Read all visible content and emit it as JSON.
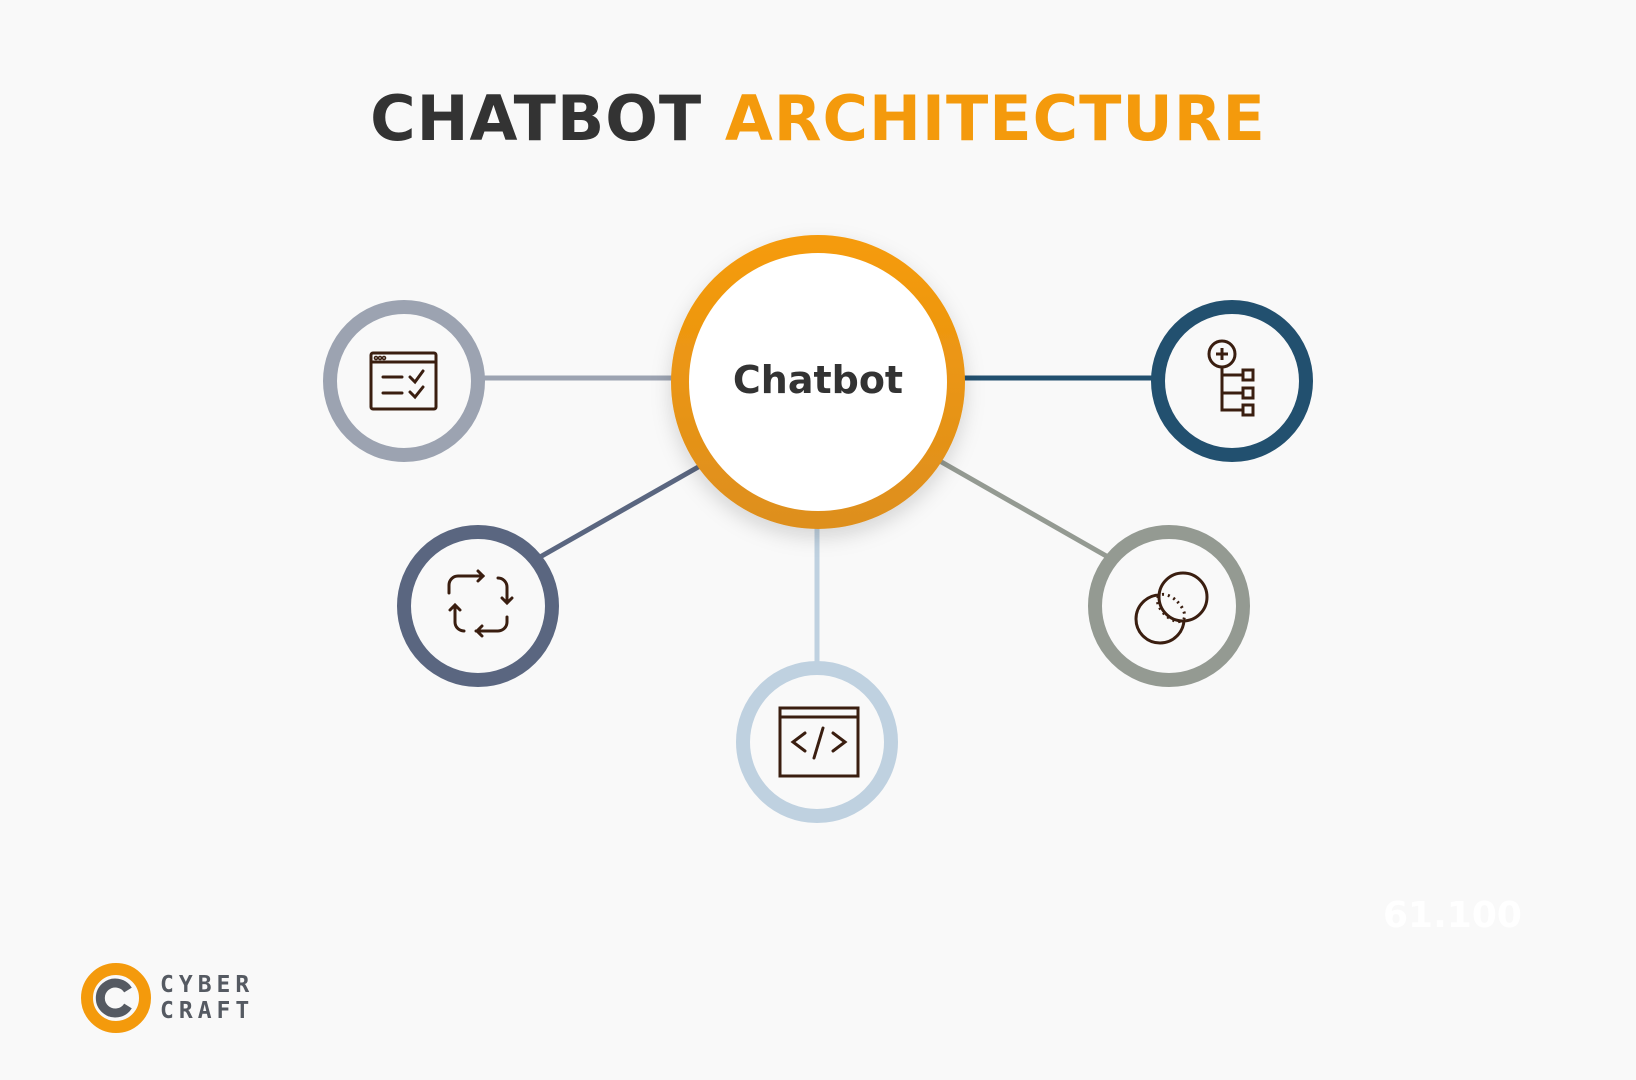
{
  "title": {
    "part1": "CHATBOT",
    "part2": "ARCHITECTURE"
  },
  "center": {
    "label": "Chatbot",
    "color": "#f39a0f"
  },
  "nodes": [
    {
      "id": "top-left",
      "icon": "browser-checklist-icon",
      "color": "#9ca3b1"
    },
    {
      "id": "top-right",
      "icon": "hierarchy-add-icon",
      "color": "#22506f"
    },
    {
      "id": "bottom-left",
      "icon": "cycle-arrows-icon",
      "color": "#5a6680"
    },
    {
      "id": "bottom-right",
      "icon": "overlapping-circles-icon",
      "color": "#949a92"
    },
    {
      "id": "bottom",
      "icon": "code-window-icon",
      "color": "#bfd1e0"
    }
  ],
  "icon_color": "#3a1e10",
  "watermark_number": "61.100",
  "logo": {
    "line1": "CYBER",
    "line2": "CRAFT",
    "accent": "#f49a0c",
    "dark": "#555a62"
  }
}
